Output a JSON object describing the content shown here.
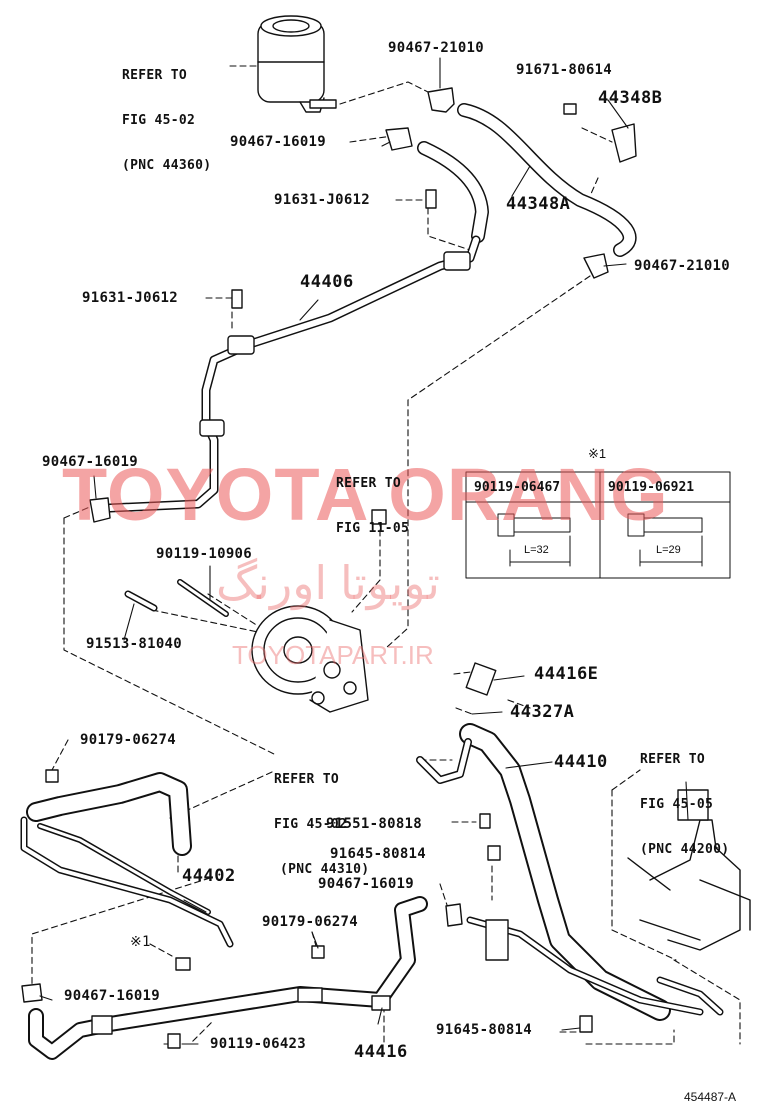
{
  "references": {
    "ref_45_02_top": [
      "REFER TO",
      "FIG 45-02",
      "(PNC 44360)"
    ],
    "ref_11_05": [
      "REFER TO",
      "FIG 11-05"
    ],
    "ref_45_02_mid": [
      "REFER TO",
      "FIG 45-02",
      "(PNC 44310)"
    ],
    "ref_45_05": [
      "REFER TO",
      "FIG 45-05",
      "(PNC 44200)"
    ]
  },
  "parts": {
    "p90467_21010_top": "90467-21010",
    "p91671_80614": "91671-80614",
    "p44348B": "44348B",
    "p90467_16019_a": "90467-16019",
    "p44348A": "44348A",
    "p91631_J0612_a": "91631-J0612",
    "p90467_21010_right": "90467-21010",
    "p44406": "44406",
    "p91631_J0612_b": "91631-J0612",
    "p90467_16019_b": "90467-16019",
    "p90119_10906": "90119-10906",
    "p91513_81040": "91513-81040",
    "p44416E": "44416E",
    "p44327A": "44327A",
    "p90179_06274_a": "90179-06274",
    "p44410": "44410",
    "p91551_80818": "91551-80818",
    "p91645_80814_a": "91645-80814",
    "p44402": "44402",
    "p90467_16019_c": "90467-16019",
    "p90179_06274_b": "90179-06274",
    "note_1": "※1",
    "p90467_16019_d": "90467-16019",
    "p91645_80814_b": "91645-80814",
    "p90119_06423": "90119-06423",
    "p44416": "44416"
  },
  "table": {
    "note": "※1",
    "col1": "90119-06467",
    "col2": "90119-06921",
    "len1": "L=32",
    "len2": "L=29"
  },
  "watermark": {
    "main": "TOYOTA ORANG",
    "persian": "تویوتا اورنگ",
    "site": "TOYOTAPART.IR"
  },
  "footer": {
    "code": "454487-A"
  }
}
